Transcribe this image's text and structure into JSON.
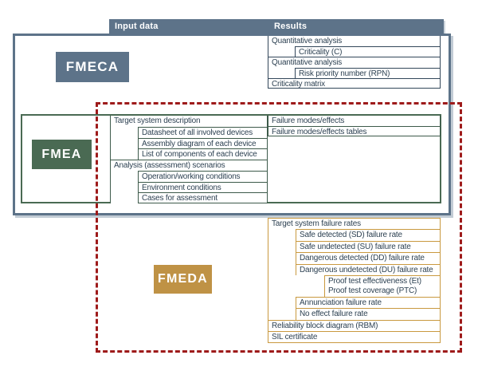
{
  "palette": {
    "slate": "#5d7389",
    "green": "#4a6a53",
    "orange": "#bf9245",
    "red_dashed": "#9e1b1b",
    "table_text": "#2e4253",
    "table_border_navy": "#33475a",
    "table_border_green": "#3d5a4a",
    "table_border_orange": "#c9993f"
  },
  "header": {
    "input": "Input data",
    "results": "Results"
  },
  "blocks": {
    "fmeca": "FMECA",
    "fmea": "FMEA",
    "fmeda": "FMEDA"
  },
  "fmeca": {
    "results": [
      {
        "text": "Quantitative analysis",
        "indent": 0
      },
      {
        "text": "Criticality (C)",
        "indent": 1
      },
      {
        "text": "Quantitative analysis",
        "indent": 0
      },
      {
        "text": "Risk priority number (RPN)",
        "indent": 1
      },
      {
        "text": "Criticality matrix",
        "indent": 0
      }
    ]
  },
  "fmea": {
    "input": [
      {
        "text": "Target system description",
        "indent": 0
      },
      {
        "text": "Datasheet of all involved devices",
        "indent": 1
      },
      {
        "text": "Assembly diagram of each device",
        "indent": 1
      },
      {
        "text": "List of components of each device",
        "indent": 1
      },
      {
        "text": "Analysis (assessment) scenarios",
        "indent": 0
      },
      {
        "text": "Operation/working conditions",
        "indent": 1
      },
      {
        "text": "Environment conditions",
        "indent": 1
      },
      {
        "text": "Cases for assessment",
        "indent": 1
      }
    ],
    "results": [
      {
        "text": "Failure modes/effects",
        "indent": 0
      },
      {
        "text": "Failure modes/effects tables",
        "indent": 0
      }
    ]
  },
  "fmeda": {
    "results": [
      {
        "text": "Target system failure rates",
        "indent": 0
      },
      {
        "text": "Safe detected (SD) failure rate",
        "indent": 1
      },
      {
        "text": "Safe undetected (SU) failure rate",
        "indent": 1
      },
      {
        "text": "Dangerous detected (DD) failure rate",
        "indent": 1
      },
      {
        "text": "Dangerous undetected (DU) failure rate",
        "indent": 1
      },
      {
        "lines": [
          "Proof test effectiveness (Et)",
          "Proof test coverage (PTC)"
        ],
        "indent": 2
      },
      {
        "text": "Annunciation failure rate",
        "indent": 1
      },
      {
        "text": "No effect failure rate",
        "indent": 1
      },
      {
        "text": "Reliability block diagram (RBM)",
        "indent": 0
      },
      {
        "text": "SIL certificate",
        "indent": 0
      }
    ]
  }
}
